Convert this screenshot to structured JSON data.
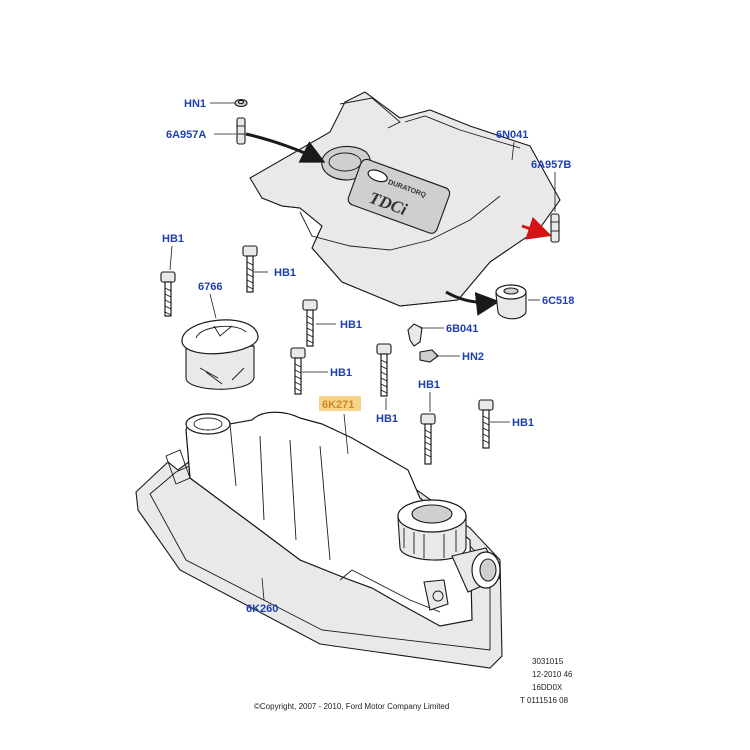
{
  "callouts": {
    "hn1_top": "HN1",
    "a6a957a": "6A957A",
    "a6n041": "6N041",
    "a6a957b": "6A957B",
    "hb1_left": "HB1",
    "hb1_a": "HB1",
    "a6766": "6766",
    "hb1_b": "HB1",
    "a6c518": "6C518",
    "a6b041": "6B041",
    "hb1_c": "HB1",
    "hn2": "HN2",
    "a6k271": "6K271",
    "hb1_d": "HB1",
    "hb1_e": "HB1",
    "hb1_f": "HB1",
    "a6k260": "6K260"
  },
  "engine_badge": {
    "brand_text": "DURATORQ",
    "model_text": "TDCi"
  },
  "reference": {
    "line1": "3031015",
    "line2": "12-2010 46",
    "line3": "16DD0X",
    "line4": "T 0111516 08"
  },
  "copyright": "©Copyright, 2007 - 2010, Ford Motor Company Limited",
  "colors": {
    "callout_blue": "#1f3fb0",
    "highlight_label": "#c88a2a",
    "highlight_box": "#f7d48a",
    "red_arrow": "#d41414"
  }
}
